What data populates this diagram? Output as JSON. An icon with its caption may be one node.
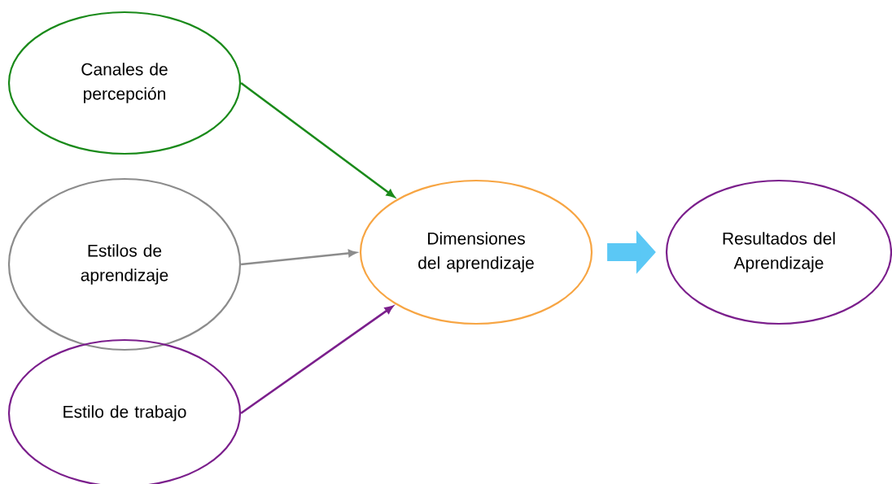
{
  "diagram": {
    "nodes": [
      {
        "text": [
          "Canales de percepción"
        ]
      },
      {
        "text": [
          "Estilos de aprendizaje"
        ]
      },
      {
        "text": [
          "Estilo de trabajo"
        ]
      },
      {
        "text": [
          "Dimensiones del aprendizaje"
        ]
      },
      {
        "text": [
          "Resultados del Aprendizaje"
        ]
      }
    ],
    "edges": [
      {
        "from": 0,
        "to": 3,
        "arrow": "to",
        "color": "#1a8a1a"
      },
      {
        "from": 1,
        "to": 3,
        "arrow": "to",
        "color": "#8c8c8c"
      },
      {
        "from": 2,
        "to": 3,
        "arrow": "to",
        "color": "#7b1f8c"
      },
      {
        "from": 3,
        "to": 4,
        "arrow": "to",
        "style": "thick",
        "color": "#5bc8f5"
      }
    ]
  }
}
